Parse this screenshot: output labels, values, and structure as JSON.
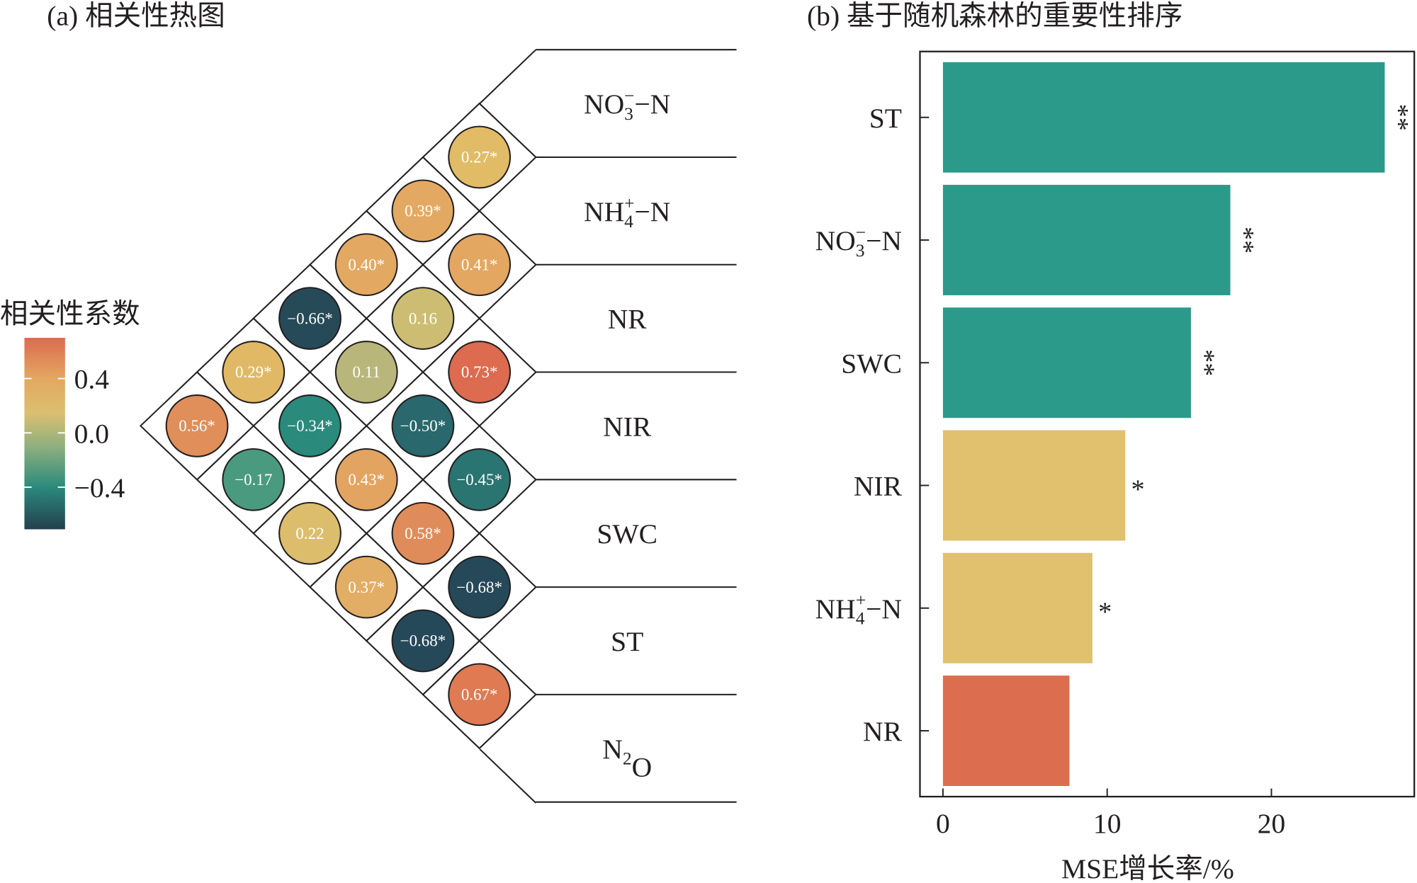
{
  "chart_data": [
    {
      "type": "heatmap",
      "title": "(a) 相关性热图",
      "variables": [
        {
          "main": "NO",
          "sub": "3",
          "sup": "−",
          "tail": "−N"
        },
        {
          "main": "NH",
          "sub": "4",
          "sup": "+",
          "tail": "−N"
        },
        {
          "main": "NR",
          "sub": "",
          "sup": "",
          "tail": ""
        },
        {
          "main": "NIR",
          "sub": "",
          "sup": "",
          "tail": ""
        },
        {
          "main": "SWC",
          "sub": "",
          "sup": "",
          "tail": ""
        },
        {
          "main": "ST",
          "sub": "",
          "sup": "",
          "tail": ""
        },
        {
          "main": "N",
          "sub": "2",
          "sup": "",
          "tail": "O"
        }
      ],
      "cells": [
        {
          "i": 0,
          "j": 1,
          "label": "0.27*",
          "value": 0.27,
          "color": "#e1bb66"
        },
        {
          "i": 1,
          "j": 2,
          "label": "0.41*",
          "value": 0.41,
          "color": "#e3a762"
        },
        {
          "i": 2,
          "j": 3,
          "label": "0.73*",
          "value": 0.73,
          "color": "#dc6b4f"
        },
        {
          "i": 3,
          "j": 4,
          "label": "−0.45*",
          "value": -0.45,
          "color": "#2a7471"
        },
        {
          "i": 4,
          "j": 5,
          "label": "−0.68*",
          "value": -0.68,
          "color": "#26495a"
        },
        {
          "i": 5,
          "j": 6,
          "label": "0.67*",
          "value": 0.67,
          "color": "#df7a53"
        },
        {
          "i": 0,
          "j": 2,
          "label": "0.39*",
          "value": 0.39,
          "color": "#e3a963"
        },
        {
          "i": 1,
          "j": 3,
          "label": "0.16",
          "value": 0.16,
          "color": "#cdbd73"
        },
        {
          "i": 2,
          "j": 4,
          "label": "−0.50*",
          "value": -0.5,
          "color": "#29686c"
        },
        {
          "i": 3,
          "j": 5,
          "label": "0.58*",
          "value": 0.58,
          "color": "#e08c5a"
        },
        {
          "i": 4,
          "j": 6,
          "label": "−0.68*",
          "value": -0.68,
          "color": "#26495a"
        },
        {
          "i": 0,
          "j": 3,
          "label": "0.40*",
          "value": 0.4,
          "color": "#e3a862"
        },
        {
          "i": 1,
          "j": 4,
          "label": "0.11",
          "value": 0.11,
          "color": "#b8b67a"
        },
        {
          "i": 2,
          "j": 5,
          "label": "0.43*",
          "value": 0.43,
          "color": "#e3a461"
        },
        {
          "i": 3,
          "j": 6,
          "label": "0.37*",
          "value": 0.37,
          "color": "#e2ad64"
        },
        {
          "i": 0,
          "j": 4,
          "label": "−0.66*",
          "value": -0.66,
          "color": "#274a58"
        },
        {
          "i": 1,
          "j": 5,
          "label": "−0.34*",
          "value": -0.34,
          "color": "#2a8a7c"
        },
        {
          "i": 2,
          "j": 6,
          "label": "0.22",
          "value": 0.22,
          "color": "#dcbd6c"
        },
        {
          "i": 0,
          "j": 5,
          "label": "0.29*",
          "value": 0.29,
          "color": "#e1b966"
        },
        {
          "i": 1,
          "j": 6,
          "label": "−0.17",
          "value": -0.17,
          "color": "#4a9a80"
        },
        {
          "i": 0,
          "j": 6,
          "label": "0.56*",
          "value": 0.56,
          "color": "#e08e5a"
        }
      ],
      "colorbar": {
        "title": "相关性系数",
        "range": [
          -0.71,
          0.7
        ],
        "ticks": [
          {
            "value": 0.4,
            "label": "0.4"
          },
          {
            "value": 0.0,
            "label": "0.0"
          },
          {
            "value": -0.4,
            "label": "−0.4"
          }
        ],
        "stops": [
          {
            "value": -0.71,
            "color": "#24404f"
          },
          {
            "value": -0.4,
            "color": "#2b8a7c"
          },
          {
            "value": -0.1,
            "color": "#8fb07e"
          },
          {
            "value": 0.15,
            "color": "#dcbf70"
          },
          {
            "value": 0.4,
            "color": "#e3a762"
          },
          {
            "value": 0.7,
            "color": "#dc6b4f"
          }
        ]
      }
    },
    {
      "type": "bar",
      "orientation": "horizontal",
      "title": "(b) 基于随机森林的重要性排序",
      "xlabel": "MSE增长率/%",
      "ylabel": "",
      "xlim": [
        -1.4,
        28.7
      ],
      "xticks": [
        {
          "value": 0,
          "label": "0"
        },
        {
          "value": 10,
          "label": "10"
        },
        {
          "value": 20,
          "label": "20"
        }
      ],
      "categories": [
        {
          "main": "ST",
          "sub": "",
          "sup": "",
          "tail": ""
        },
        {
          "main": "NO",
          "sub": "3",
          "sup": "−",
          "tail": "−N"
        },
        {
          "main": "SWC",
          "sub": "",
          "sup": "",
          "tail": ""
        },
        {
          "main": "NIR",
          "sub": "",
          "sup": "",
          "tail": ""
        },
        {
          "main": "NH",
          "sub": "4",
          "sup": "+",
          "tail": "−N"
        },
        {
          "main": "NR",
          "sub": "",
          "sup": "",
          "tail": ""
        }
      ],
      "values": [
        26.9,
        17.5,
        15.1,
        11.1,
        9.1,
        7.7
      ],
      "significance": [
        "**",
        "**",
        "**",
        "*",
        "*",
        ""
      ],
      "colors": [
        "#2b9a8a",
        "#2b9a8a",
        "#2b9a8a",
        "#e1c06e",
        "#e1c06e",
        "#dc6e4f"
      ]
    }
  ]
}
